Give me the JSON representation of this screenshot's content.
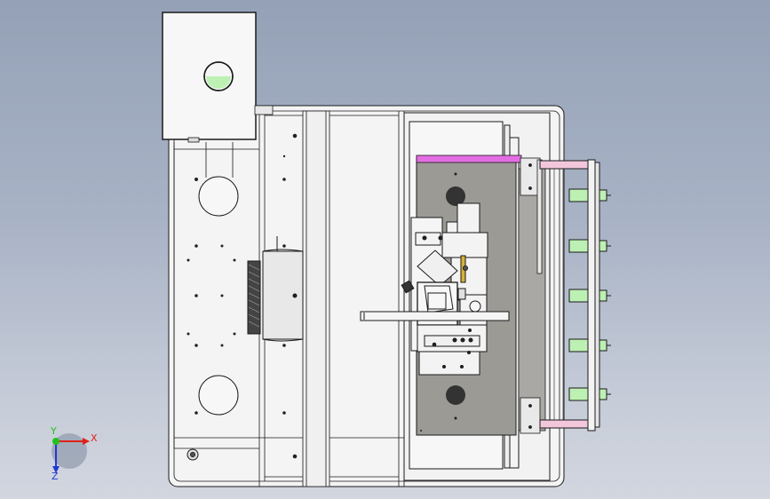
{
  "triad": {
    "x_label": "X",
    "y_label": "Y",
    "z_label": "Z",
    "x_color": "#e0201a",
    "y_color": "#21c21c",
    "z_color": "#1f39d6"
  },
  "colors": {
    "background_top": "#94a1b6",
    "background_bottom": "#d2d6df",
    "housing_fill": "#f4f4f4",
    "stroke": "#1a1a1a",
    "back_plate": "#9c9a95",
    "magenta_strip": "#e36ee3",
    "pink_tube": "#f2c7dc",
    "green_fitting": "#bdf0b3",
    "dark_circle": "#333333",
    "brass_rod": "#d7b23a"
  },
  "parts": {
    "valve_fittings_count": 5,
    "mount_holes_count": 2,
    "view": "top view"
  }
}
